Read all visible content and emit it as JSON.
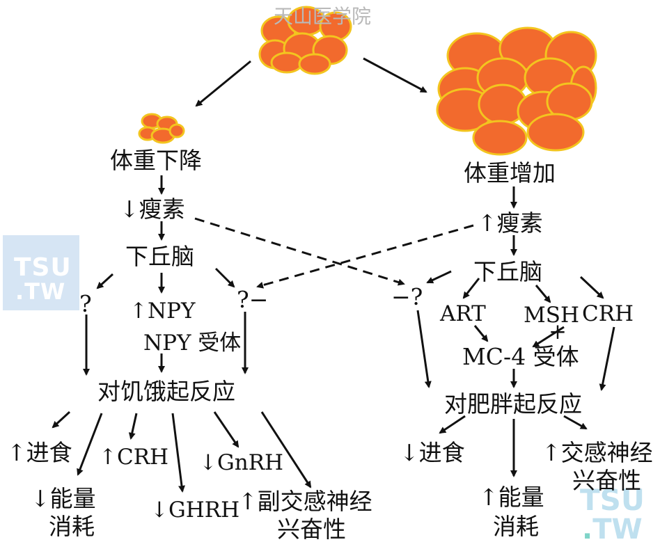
{
  "watermarks": {
    "top": "天山医学院",
    "box_line1": "TSU",
    "box_line2": ".TW",
    "corner_line1": "TSU",
    "corner_dot": ".",
    "corner_line2": "TW"
  },
  "colors": {
    "cell_fill": "#f26a2d",
    "cell_stroke": "#f3c51f",
    "line": "#111111"
  },
  "left": {
    "weight": "体重下降",
    "leptin": "↓瘦素",
    "hypothalamus": "下丘脑",
    "q1": "?",
    "npy": "↑NPY",
    "npy_receptor": "NPY 受体",
    "q2": "?−",
    "response": "对饥饿起反应",
    "intake": "↑进食",
    "energy_line1": "↓能量",
    "energy_line2": "消耗",
    "crh": "↑CRH",
    "ghrh": "↓GHRH",
    "gnrh": "↓GnRH",
    "para_line1": "↑副交感神经",
    "para_line2": "兴奋性"
  },
  "right": {
    "weight": "体重增加",
    "leptin": "↑瘦素",
    "hypothalamus": "下丘脑",
    "q": "−?",
    "art": "ART",
    "msh": "MSH",
    "plus": "+",
    "crh": "CRH",
    "mc4": "MC-4 受体",
    "response": "对肥胖起反应",
    "intake": "↓进食",
    "energy_line1": "↑能量",
    "energy_line2": "消耗",
    "symp_line1": "↑交感神经",
    "symp_line2": "兴奋性"
  }
}
